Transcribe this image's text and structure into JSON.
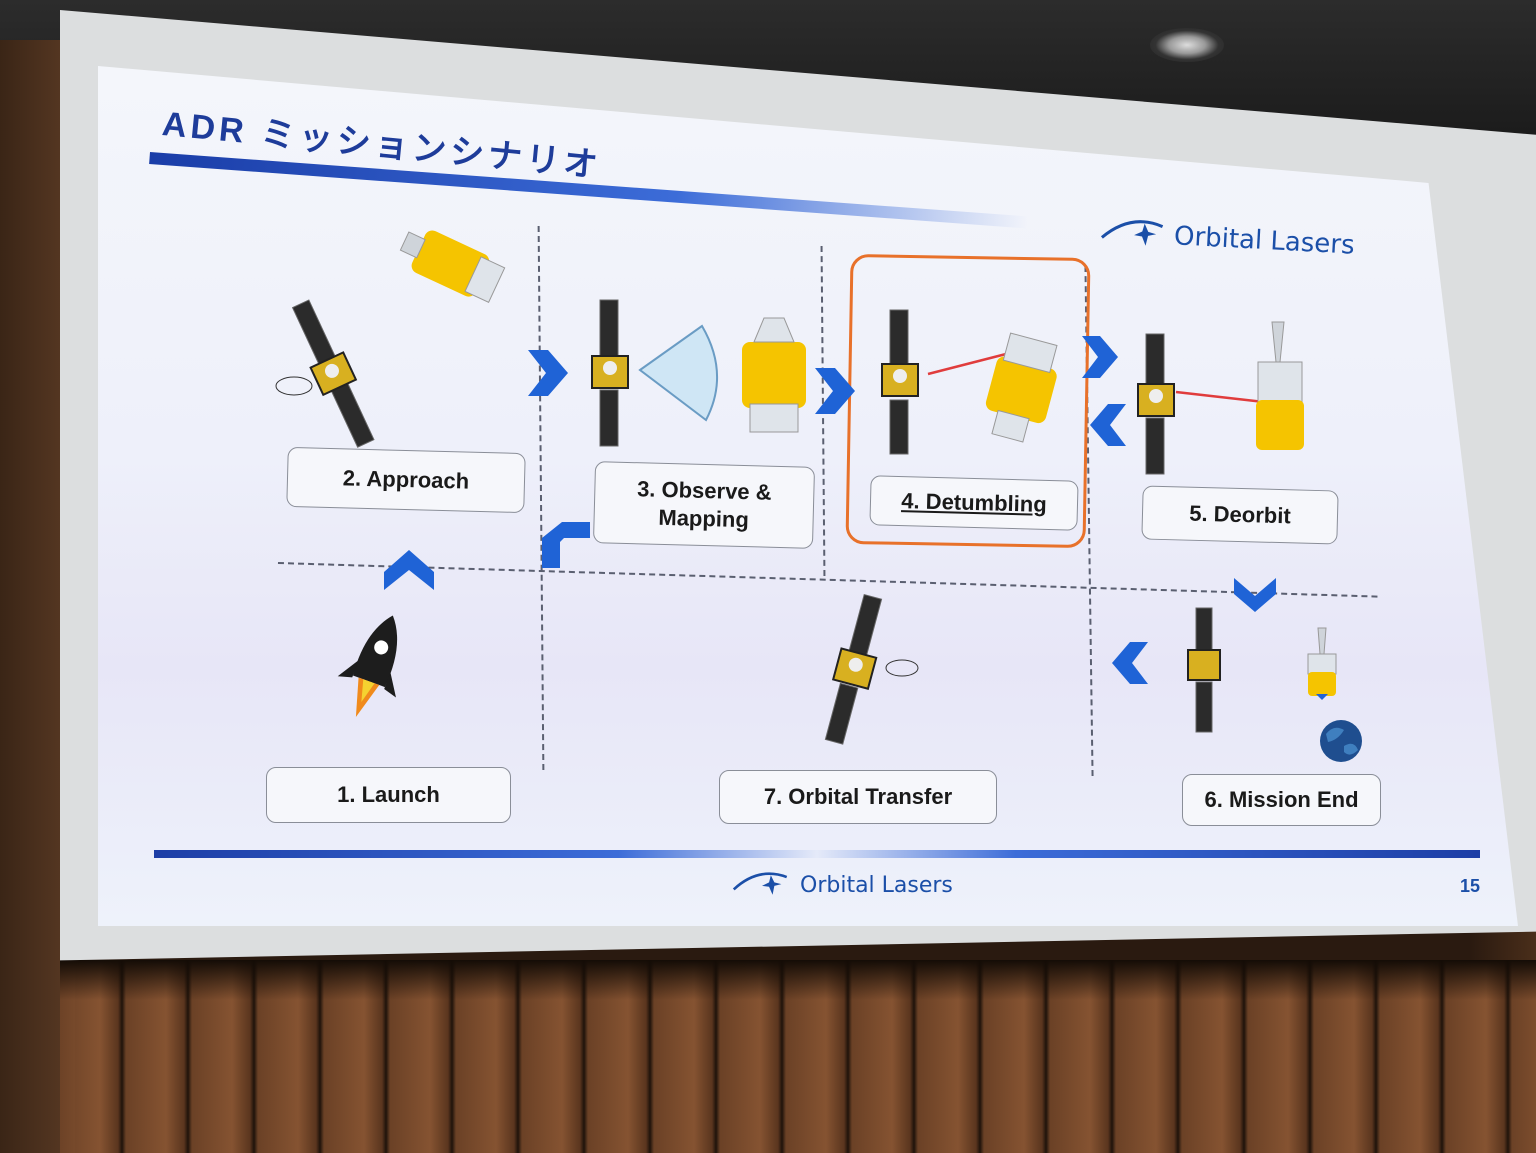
{
  "slide": {
    "title": "ADR ミッションシナリオ",
    "brand_top": "Orbital Lasers",
    "brand_bottom": "Orbital Lasers",
    "page_number": "15"
  },
  "steps": [
    {
      "label": "2. Approach"
    },
    {
      "label_line1": "3. Observe &",
      "label_line2": "Mapping"
    },
    {
      "label": "4. Detumbling"
    },
    {
      "label": "5. Deorbit"
    },
    {
      "label": "1. Launch"
    },
    {
      "label": "7. Orbital Transfer"
    },
    {
      "label": "6. Mission End"
    }
  ],
  "colors": {
    "accent_blue": "#1b4fa8",
    "arrow_blue": "#1f63d6",
    "highlight_orange": "#e8712a",
    "debris_yellow": "#f5c400",
    "laser_red": "#e03c3c"
  },
  "icons": [
    "satellite-icon",
    "debris-icon",
    "rocket-icon",
    "earth-icon",
    "chevron-icon",
    "logo-icon"
  ]
}
